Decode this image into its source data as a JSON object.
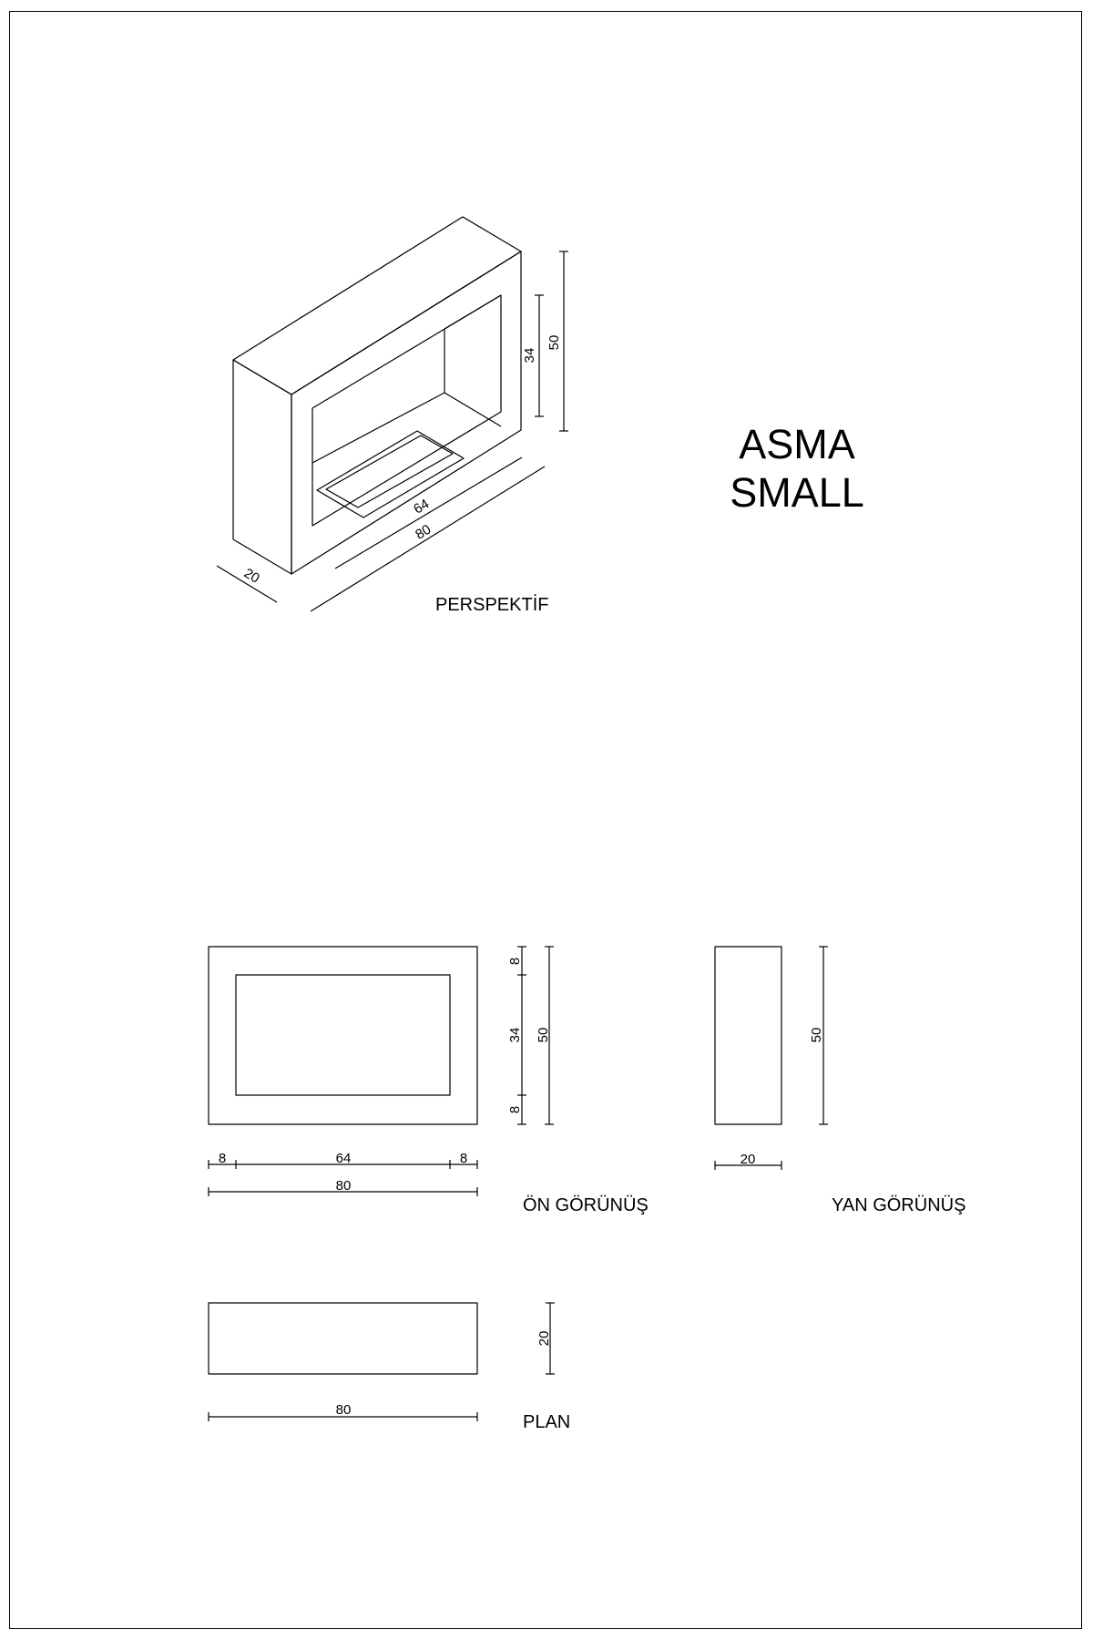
{
  "title": {
    "line1": "ASMA",
    "line2": "SMALL"
  },
  "views": {
    "perspective": "PERSPEKTİF",
    "front": "ÖN GÖRÜNÜŞ",
    "side": "YAN GÖRÜNÜŞ",
    "plan": "PLAN"
  },
  "dimensions": {
    "perspective": {
      "height": "50",
      "opening_height": "34",
      "opening_width": "64",
      "width": "80",
      "depth": "20"
    },
    "front": {
      "frame_top": "8",
      "opening_height": "34",
      "frame_bottom": "8",
      "height": "50",
      "frame_left": "8",
      "opening_width": "64",
      "frame_right": "8",
      "width": "80"
    },
    "side": {
      "height": "50",
      "depth": "20"
    },
    "plan": {
      "depth": "20",
      "width": "80"
    }
  }
}
